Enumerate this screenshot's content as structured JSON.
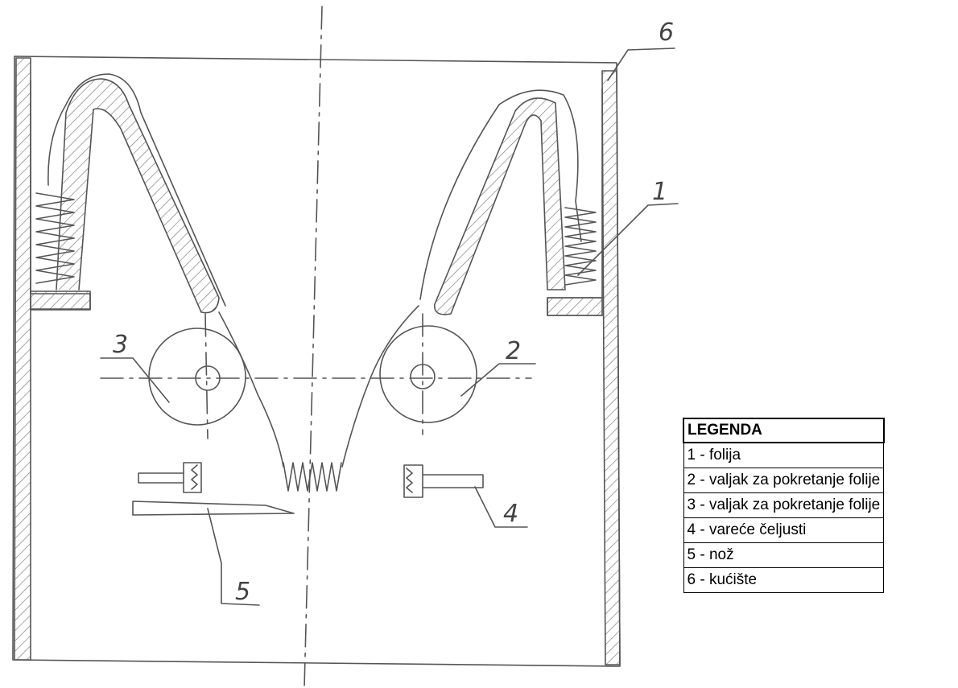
{
  "callouts": [
    "1",
    "2",
    "3",
    "4",
    "5",
    "6"
  ],
  "legend": {
    "title": "LEGENDA",
    "items": [
      "1 - folija",
      "2 - valjak za pokretanje folije",
      "3 - valjak za pokretanje folije",
      "4 - vareće čeljusti",
      "5 - nož",
      "6 - kućište"
    ]
  },
  "colors": {
    "pencil": "#555555",
    "ink": "#000000"
  }
}
